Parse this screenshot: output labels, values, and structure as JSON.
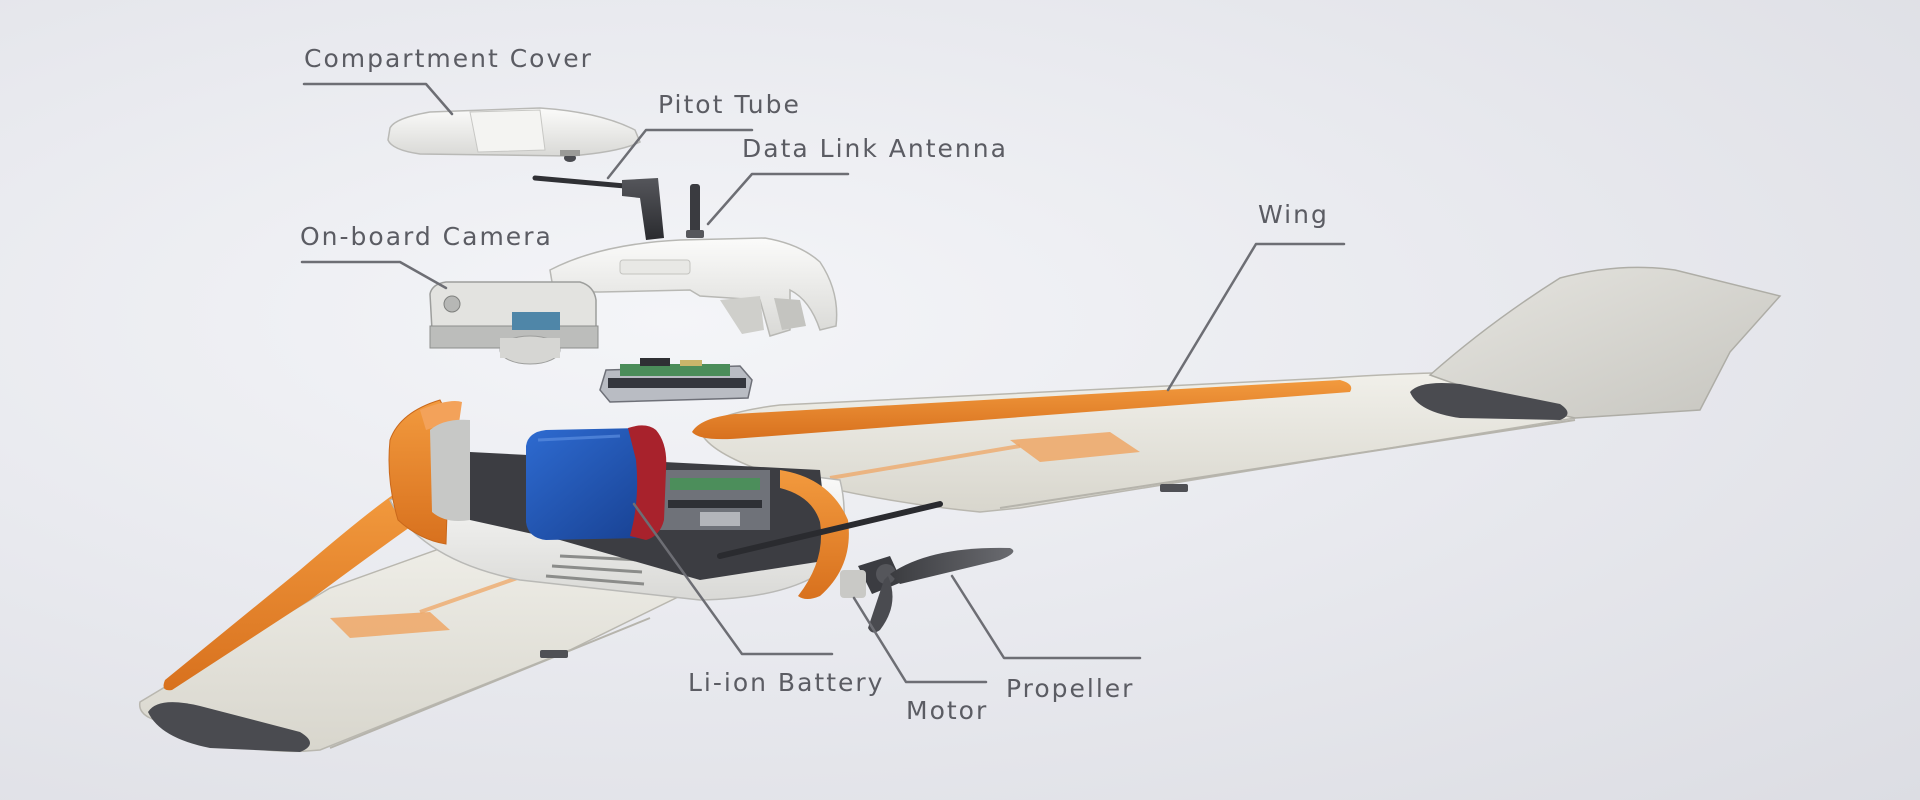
{
  "callouts": {
    "compartment_cover": "Compartment Cover",
    "pitot_tube": "Pitot Tube",
    "data_link_antenna": "Data Link Antenna",
    "onboard_camera": "On-board Camera",
    "wing": "Wing",
    "li_ion_battery": "Li-ion Battery",
    "motor": "Motor",
    "propeller": "Propeller"
  },
  "colors": {
    "accent_orange": "#e9842b",
    "body_white": "#eeeeec",
    "wing_cream": "#e4e2da",
    "battery_blue": "#1f56b8",
    "battery_red": "#a8222c",
    "leader_line": "#6d6e74",
    "label_text": "#5b5c63"
  }
}
